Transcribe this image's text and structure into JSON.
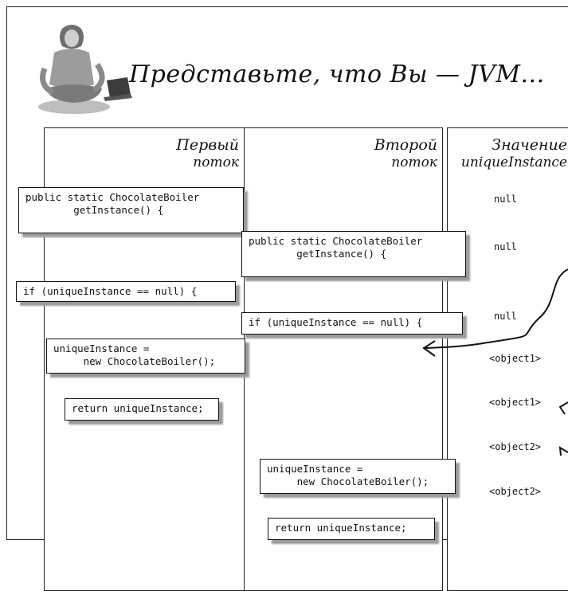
{
  "header": {
    "title": "Представьте, что Вы — JVM..."
  },
  "columns": {
    "first": {
      "line1": "Первый",
      "line2": "поток"
    },
    "second": {
      "line1": "Второй",
      "line2": "поток"
    },
    "value": {
      "line1": "Значение",
      "line2": "uniqueInstance"
    }
  },
  "thread1": {
    "step1": "public static ChocolateBoiler\n        getInstance() {",
    "step2": "if (uniqueInstance == null) {",
    "step3": "uniqueInstance =\n     new ChocolateBoiler();",
    "step4": "return uniqueInstance;"
  },
  "thread2": {
    "step1": "public static ChocolateBoiler\n        getInstance() {",
    "step2": "if (uniqueInstance == null) {",
    "step3": "uniqueInstance =\n     new ChocolateBoiler();",
    "step4": "return uniqueInstance;"
  },
  "values": [
    "null",
    "null",
    "null",
    "<object1>",
    "<object1>",
    "<object2>",
    "<object2>"
  ]
}
